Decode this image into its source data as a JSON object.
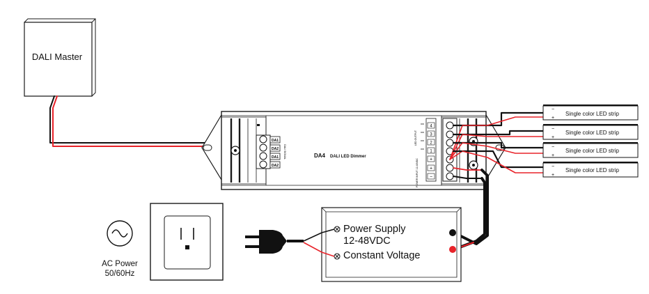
{
  "dali_master": {
    "label": "DALI Master"
  },
  "dimmer": {
    "model": "DA4",
    "name": "DALI LED Dimmer",
    "left_terminals": [
      "DA1",
      "DA2",
      "DA1",
      "DA2"
    ],
    "left_side_note": "DALI SIGNAL",
    "output_label": "LED OUTPUT",
    "output_channels": [
      "4",
      "3",
      "2",
      "1"
    ],
    "common_sign": "+",
    "power_input_label": "POWER INPUT 12-48VDC",
    "power_terminals": [
      "+",
      "−"
    ]
  },
  "led_strips": [
    {
      "label": "Single color LED strip"
    },
    {
      "label": "Single color LED strip"
    },
    {
      "label": "Single color LED strip"
    },
    {
      "label": "Single color LED strip"
    }
  ],
  "power_supply": {
    "line1": "Power Supply",
    "line2": "12-48VDC",
    "line3": "Constant Voltage"
  },
  "ac_power": {
    "line1": "AC Power",
    "line2": "50/60Hz"
  },
  "colors": {
    "line": "#1a1a1a",
    "red_wire": "#e8232a",
    "black_wire": "#111111"
  }
}
